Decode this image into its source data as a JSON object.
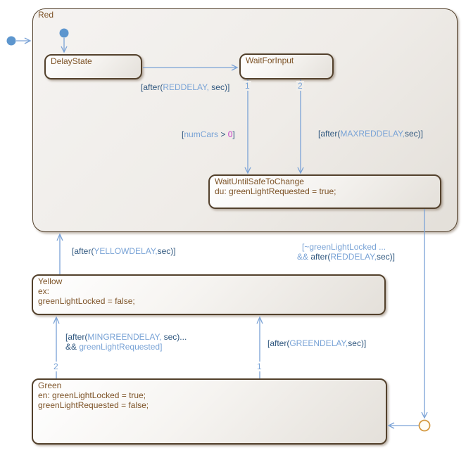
{
  "diagram_title": "Traffic light Stateflow chart",
  "colors": {
    "transition_line": "#7aa2d6",
    "default_dot": "#5d96ce",
    "keyword_text": "#2e567e",
    "identifier_text": "#79a3d6",
    "literal_text": "#c63bc6",
    "state_text": "#7d5327",
    "state_border": "#53412c",
    "junction_border": "#d49a43"
  },
  "states": {
    "red": {
      "name": "Red"
    },
    "delay_state": {
      "name": "DelayState"
    },
    "wait_for_input": {
      "name": "WaitForInput"
    },
    "wait_until_safe": {
      "name": "WaitUntilSafeToChange",
      "body": [
        "du: greenLightRequested = true;"
      ]
    },
    "yellow": {
      "name": "Yellow",
      "body": [
        "ex:",
        "greenLightLocked = false;"
      ]
    },
    "green": {
      "name": "Green",
      "body": [
        "en: greenLightLocked = true;",
        "greenLightRequested = false;"
      ]
    }
  },
  "labels": {
    "red_delay": [
      {
        "t": "[after("
      },
      {
        "t": "REDDELAY,"
      },
      {
        "t": " sec)]"
      }
    ],
    "num_cars": [
      {
        "t": "["
      },
      {
        "t": "numCars"
      },
      {
        "t": " > "
      },
      {
        "t": "0"
      },
      {
        "t": "]"
      }
    ],
    "max_red": [
      {
        "t": "[after("
      },
      {
        "t": "MAXREDDELAY,"
      },
      {
        "t": "sec)]"
      }
    ],
    "yellow_delay": [
      {
        "t": "[after("
      },
      {
        "t": "YELLOWDELAY,"
      },
      {
        "t": "sec)]"
      }
    ],
    "green_locked_1": [
      {
        "t": "[~greenLightLocked ..."
      }
    ],
    "green_locked_2": [
      {
        "t": "&& "
      },
      {
        "t": "after("
      },
      {
        "t": "REDDELAY,"
      },
      {
        "t": "sec)]"
      }
    ],
    "min_green_1": [
      {
        "t": "[after("
      },
      {
        "t": "MINGREENDELAY,"
      },
      {
        "t": " sec)..."
      }
    ],
    "min_green_2": [
      {
        "t": "&& "
      },
      {
        "t": "greenLightRequested]"
      }
    ],
    "green_delay": [
      {
        "t": "[after("
      },
      {
        "t": "GREENDELAY,"
      },
      {
        "t": "sec)]"
      }
    ]
  },
  "numbers": {
    "wait_for_input_out_1": "1",
    "wait_for_input_out_2": "2",
    "green_out_left": "2",
    "green_out_right": "1"
  }
}
